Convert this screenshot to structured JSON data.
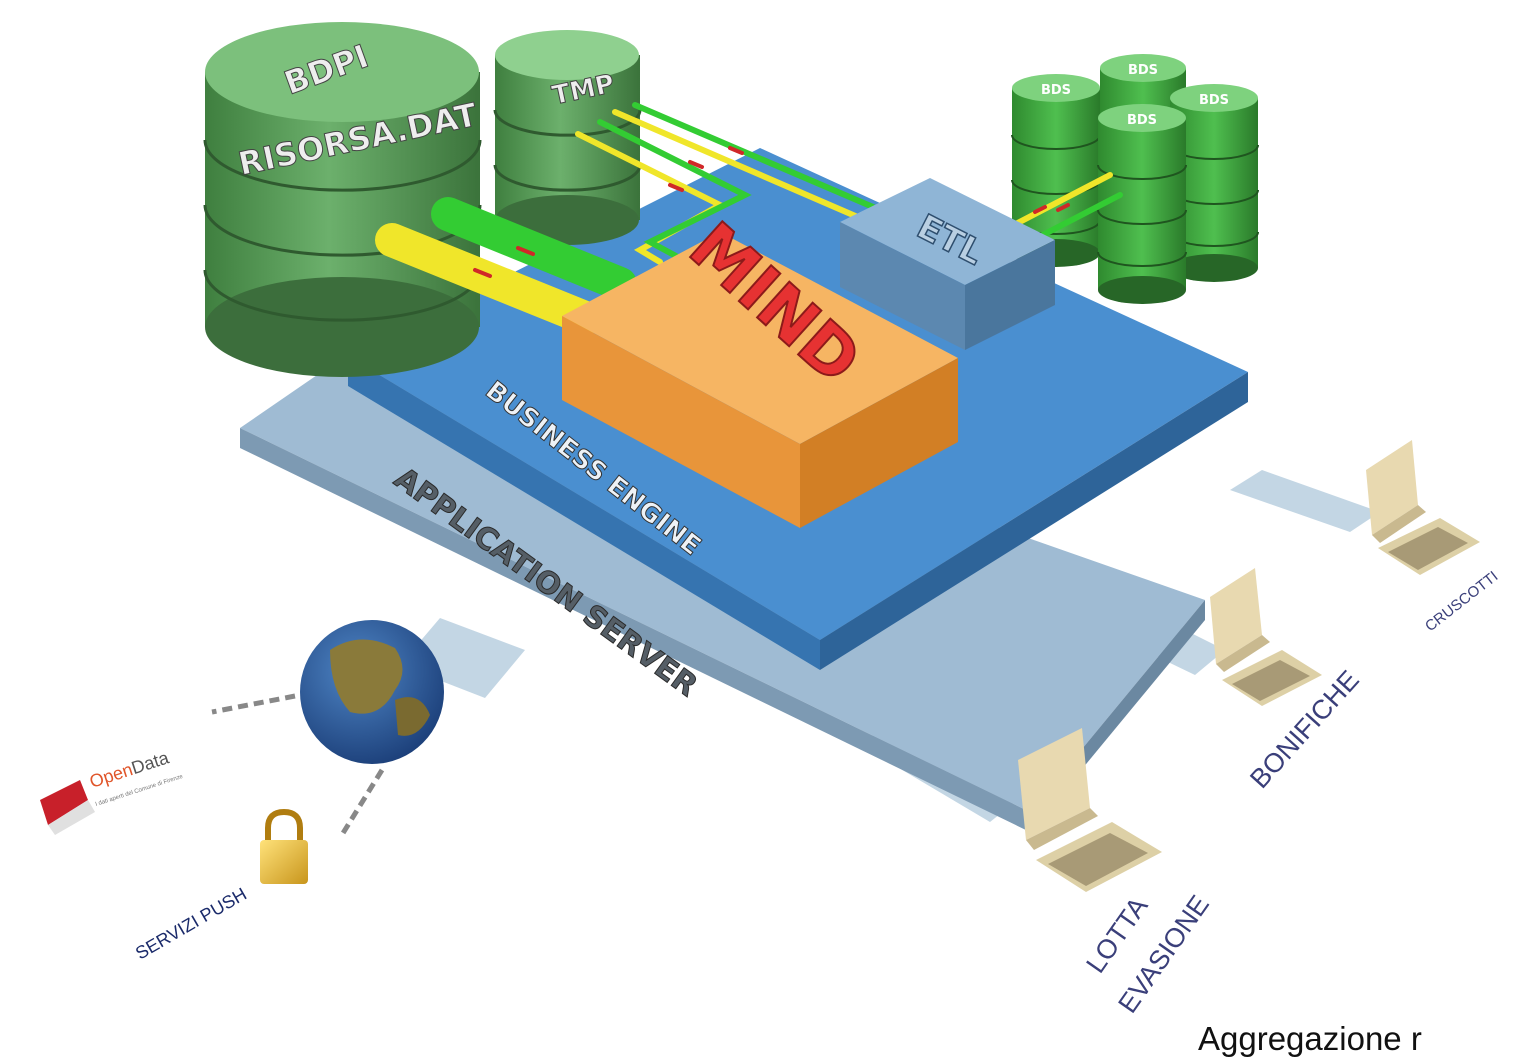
{
  "diagram": {
    "databases": {
      "main": {
        "line1": "BDPI",
        "line2": "RISORSA.DAT"
      },
      "tmp": "TMP",
      "bds": [
        "BDS",
        "BDS",
        "BDS",
        "BDS"
      ]
    },
    "components": {
      "mind": "MIND",
      "etl": "ETL",
      "business_engine": "BUSINESS ENGINE",
      "application_server": "APPLICATION SERVER"
    },
    "external": {
      "opendata_logo_open": "Open",
      "opendata_logo_data": "Data",
      "opendata_tagline": "I dati aperti del Comune di Firenze",
      "servizi_push": "SERVIZI PUSH"
    },
    "clients": {
      "cruscotti": "CRUSCOTTI",
      "bonifiche": "BONIFICHE",
      "lotta": "LOTTA",
      "evasione": "EVASIONE"
    },
    "footer": "Aggregazione r",
    "colors": {
      "db_green": "#5fa35f",
      "platform_blue": "#4a8fd0",
      "server_slab": "#9fbbd3",
      "mind_orange": "#f4a64a",
      "mind_text": "#e63232",
      "pipe_green": "#33cc33",
      "pipe_yellow": "#f0e62a",
      "link_blue": "#b9cfdf"
    }
  }
}
